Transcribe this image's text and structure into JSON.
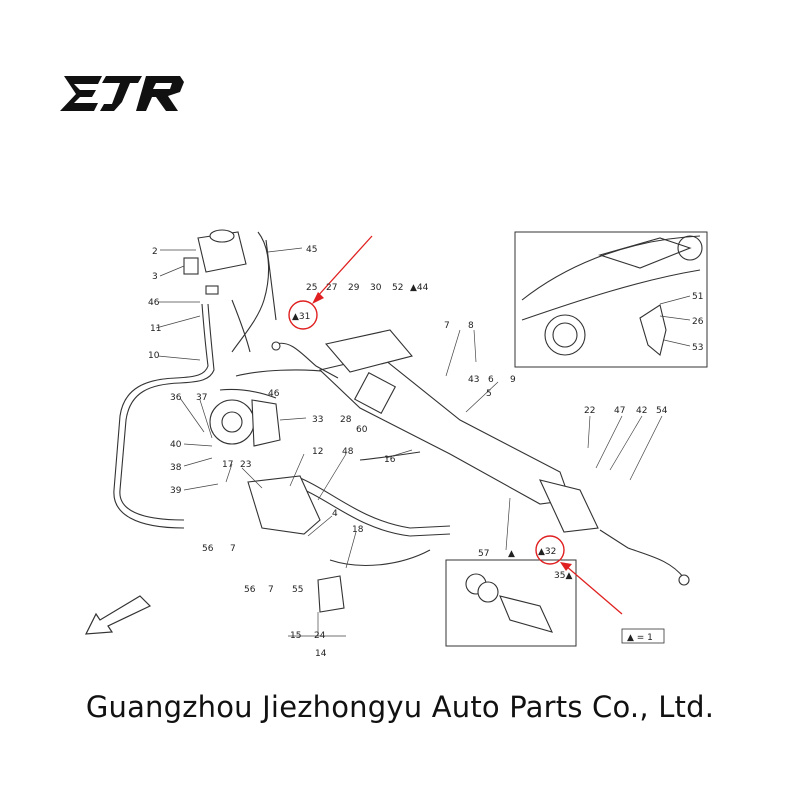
{
  "logo": {
    "text": "EJR"
  },
  "company": {
    "name": "Guangzhou Jiezhongyu Auto Parts Co., Ltd."
  },
  "diagram": {
    "callouts": [
      "2",
      "3",
      "45",
      "46",
      "11",
      "10",
      "25",
      "27",
      "29",
      "30",
      "52",
      "▲44",
      "▲31",
      "36",
      "37",
      "46",
      "33",
      "40",
      "38",
      "17",
      "23",
      "12",
      "48",
      "39",
      "56",
      "7",
      "4",
      "18",
      "56",
      "7",
      "55",
      "15",
      "24",
      "14",
      "28",
      "60",
      "7",
      "8",
      "43",
      "6",
      "5",
      "9",
      "16",
      "22",
      "47",
      "42",
      "54",
      "57",
      "▲",
      "▲32",
      "35▲",
      "51",
      "26",
      "53"
    ],
    "legend": "▲ = 1",
    "highlighted": [
      "▲31",
      "▲32"
    ]
  },
  "colors": {
    "highlight": "#e02020",
    "line": "#333333"
  }
}
